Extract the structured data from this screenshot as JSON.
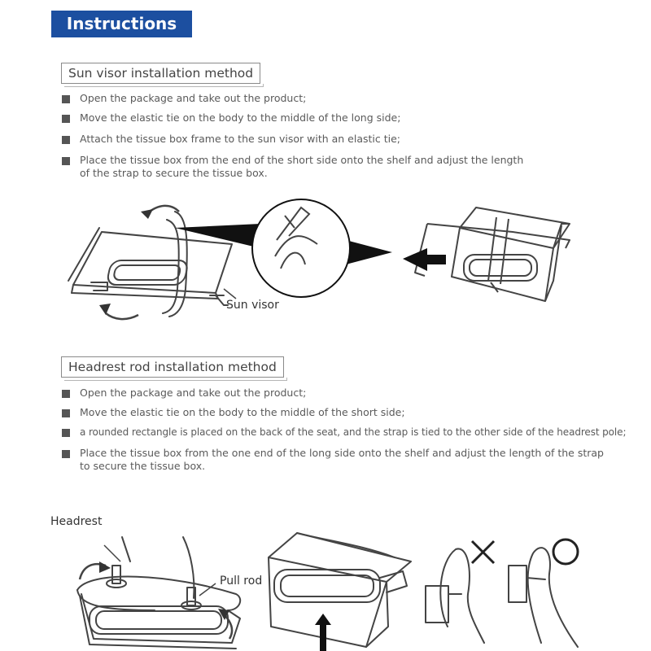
{
  "banner": {
    "title": "Instructions"
  },
  "sun_visor": {
    "title": "Sun visor installation method",
    "steps": [
      "Open the package and take out the product;",
      "Move the elastic tie on the body to the middle of the long side;",
      "Attach the tissue box frame to the sun visor with an elastic tie;",
      "Place the tissue box from the end of the short side onto the shelf and adjust the length\nof the strap to secure the tissue box."
    ],
    "label": "Sun visor"
  },
  "headrest": {
    "title": "Headrest rod installation method",
    "steps": [
      "Open the package and take out the product;",
      "Move the elastic tie on the body to the middle of the short side;",
      "a rounded rectangle is placed on the back of the seat, and the strap is tied to the other side of the headrest pole;",
      "Place the tissue box from the one end of the long side onto the shelf and adjust the length of the strap\nto secure the tissue box."
    ],
    "label_headrest": "Headrest",
    "label_pull_rod": "Pull rod"
  },
  "icons": {
    "wrong": "cross-icon",
    "right": "circle-icon"
  },
  "colors": {
    "banner_bg": "#1c4fa0",
    "banner_text": "#ffffff",
    "text": "#5a5a5a",
    "bullet": "#555555"
  }
}
